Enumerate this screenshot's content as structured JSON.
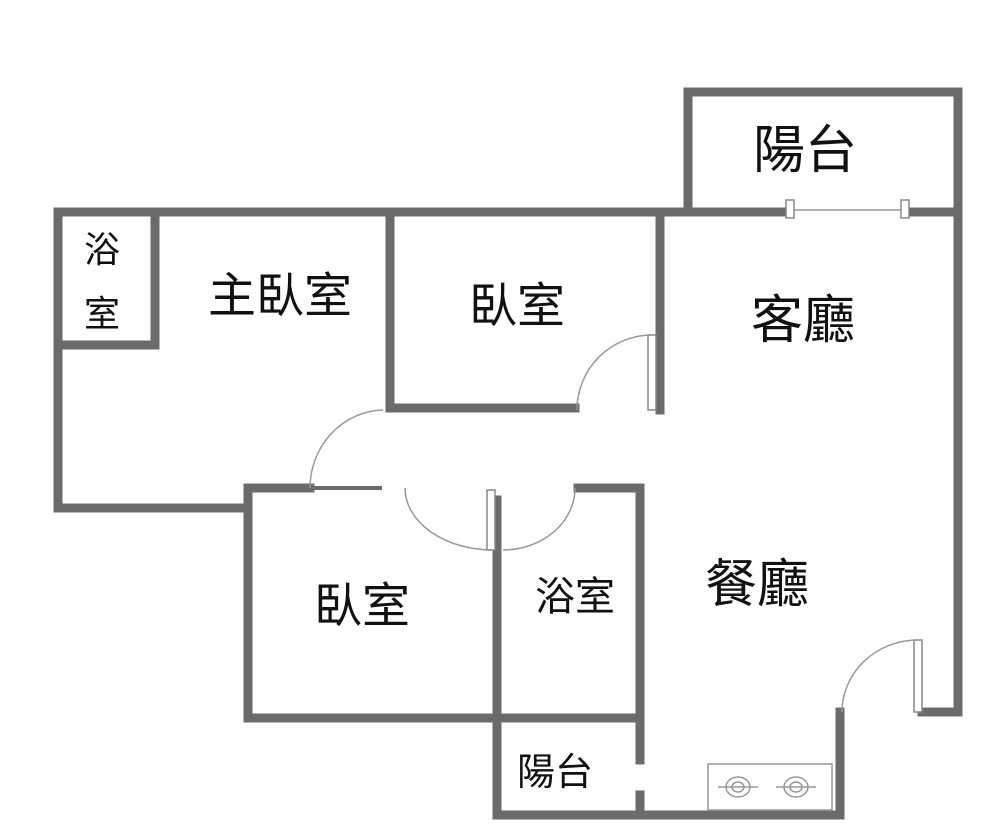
{
  "rooms": {
    "balcony_top": "陽台",
    "bath_small_line1": "浴",
    "bath_small_line2": "室",
    "master_bedroom": "主臥室",
    "bedroom_upper": "臥室",
    "living_room": "客廳",
    "bedroom_lower": "臥室",
    "bathroom": "浴室",
    "dining_room": "餐廳",
    "balcony_bottom": "陽台"
  },
  "colors": {
    "wall": "#6b6b6b",
    "text": "#111111"
  }
}
